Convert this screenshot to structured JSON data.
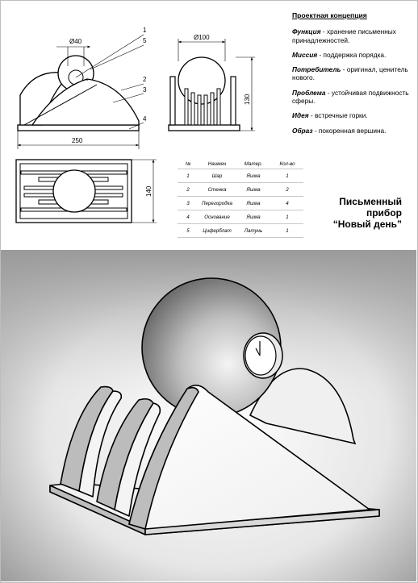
{
  "drawing": {
    "dim_phi40": "Ø40",
    "dim_phi100": "Ø100",
    "dim_250": "250",
    "dim_130": "130",
    "dim_140": "140",
    "callouts": [
      "1",
      "5",
      "2",
      "3",
      "4"
    ]
  },
  "concept": {
    "heading": "Проектная концепция",
    "items": [
      {
        "label": "Функция",
        "text": " - хранение письменных принадлежностей."
      },
      {
        "label": "Миссия",
        "text": " - поддержка порядка."
      },
      {
        "label": "Потребитель",
        "text": " - оригинал, ценитель нового."
      },
      {
        "label": "Проблема",
        "text": " - устойчивая подвижность сферы."
      },
      {
        "label": "Идея",
        "text": " - встречные горки."
      },
      {
        "label": "Образ",
        "text": " - покоренная вершина."
      }
    ]
  },
  "table": {
    "headers": [
      "№",
      "Наимен",
      "Матер.",
      "Кол-во"
    ],
    "rows": [
      [
        "1",
        "Шар",
        "Яшма",
        "1"
      ],
      [
        "2",
        "Стенка",
        "Яшма",
        "2"
      ],
      [
        "3",
        "Перегородка",
        "Яшма",
        "4"
      ],
      [
        "4",
        "Основание",
        "Яшма",
        "1"
      ],
      [
        "5",
        "Циферблат",
        "Латунь",
        "1"
      ]
    ]
  },
  "title": {
    "line1": "Письменный",
    "line2": "прибор",
    "line3": "“Новый день”"
  },
  "colors": {
    "ink": "#000000",
    "sphere_light": "#f4f4f4",
    "sphere_dark": "#555555",
    "background_gradient_dark": "#8a8a8a"
  }
}
